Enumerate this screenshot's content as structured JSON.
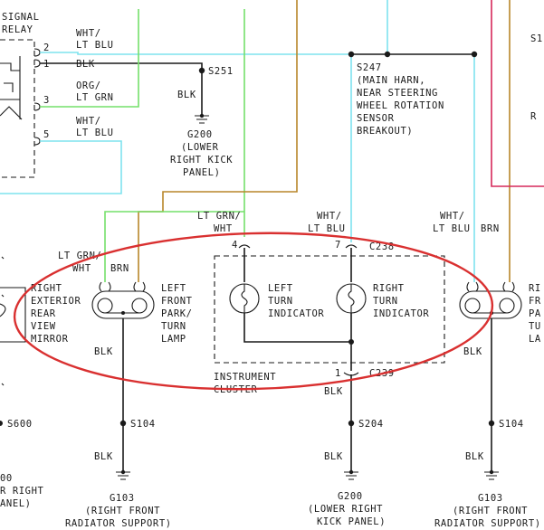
{
  "relay": {
    "label_1": "SIGNAL",
    "label_2": "RELAY",
    "pins": [
      "2",
      "1",
      "3",
      "5"
    ]
  },
  "wires_left": {
    "pin2_color": "WHT/",
    "pin2_color2": "LT BLU",
    "pin1_color": "BLK",
    "pin3_color": "ORG/",
    "pin3_color2": "LT GRN",
    "pin5_color": "WHT/",
    "pin5_color2": "LT BLU"
  },
  "splices": {
    "s251": "S251",
    "s247": "S247",
    "s247_desc": [
      "(MAIN HARN,",
      "NEAR STEERING",
      "WHEEL ROTATION",
      "SENSOR",
      "BREAKOUT)"
    ],
    "s600": "S600",
    "s104_left": "S104",
    "s204": "S204",
    "s104_right": "S104"
  },
  "grounds": {
    "g200_top": {
      "id": "G200",
      "desc": [
        "(LOWER",
        "RIGHT KICK",
        "PANEL)"
      ]
    },
    "g200_top_wire": "BLK",
    "g103_left": {
      "id": "G103",
      "desc": [
        "(RIGHT FRONT",
        "RADIATOR SUPPORT)"
      ]
    },
    "g200_bottom": {
      "id": "G200",
      "desc": [
        "(LOWER RIGHT",
        "KICK PANEL)"
      ]
    },
    "g103_right": {
      "id": "G103",
      "desc": [
        "(RIGHT FRONT",
        "RADIATOR SUPPORT)"
      ]
    },
    "left_partial": {
      "id": "00",
      "desc": [
        "R RIGHT",
        "ANEL)"
      ]
    }
  },
  "mirror": [
    "RIGHT",
    "EXTERIOR",
    "REAR",
    "VIEW",
    "MIRROR"
  ],
  "left_lamp": {
    "label": [
      "LEFT",
      "FRONT",
      "PARK/",
      "TURN",
      "LAMP"
    ],
    "wire1": [
      "LT GRN/",
      "WHT"
    ],
    "wire2": "BRN",
    "ground_wire": "BLK",
    "lower_wire": "BLK"
  },
  "cluster": {
    "name": [
      "INSTRUMENT",
      "CLUSTER"
    ],
    "pin_4": "4",
    "pin_7": "7",
    "pin_1": "1",
    "connector_top": "C238",
    "connector_bottom": "C239",
    "left_indicator": [
      "LEFT",
      "TURN",
      "INDICATOR"
    ],
    "right_indicator": [
      "RIGHT",
      "TURN",
      "INDICATOR"
    ],
    "wire_in_left": [
      "LT GRN/",
      "WHT"
    ],
    "wire_in_right": [
      "WHT/",
      "LT BLU"
    ],
    "wire_out": "BLK",
    "lower_wire": "BLK"
  },
  "right_lamp": {
    "wire1": [
      "WHT/",
      "LT BLU"
    ],
    "wire2": "BRN",
    "ground_wire": "BLK",
    "lower_wire": "BLK",
    "label_partial": [
      "RI",
      "FR",
      "PA",
      "TU",
      "LA"
    ]
  },
  "top_right": {
    "s_label": "S1",
    "r_label": "R"
  },
  "colors": {
    "black": "#1a1a1a",
    "light_blue": "#7fe3ee",
    "light_green": "#74e06a",
    "brown": "#b8862a",
    "red": "#d6285a",
    "highlight": "#d93030"
  }
}
